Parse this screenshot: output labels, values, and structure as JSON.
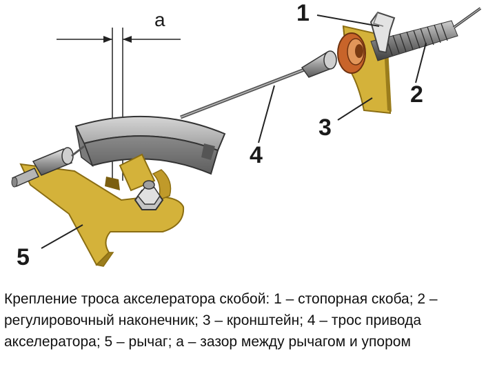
{
  "figure": {
    "callouts": {
      "n1": "1",
      "n2": "2",
      "n3": "3",
      "n4": "4",
      "n5": "5"
    },
    "gap_label": "a"
  },
  "caption": "Крепление троса акселератора скобой: 1 – стопорная скоба; 2 – регулировочный наконечник; 3 – кронштейн; 4 – трос привода акселератора; 5 – рычаг; а – зазор между рычагом и упором",
  "colors": {
    "bracket_yellow": "#d4b23a",
    "bracket_edge": "#8a6d12",
    "gray_part": "#a7a7a7",
    "washer_orange": "#c8642a"
  }
}
